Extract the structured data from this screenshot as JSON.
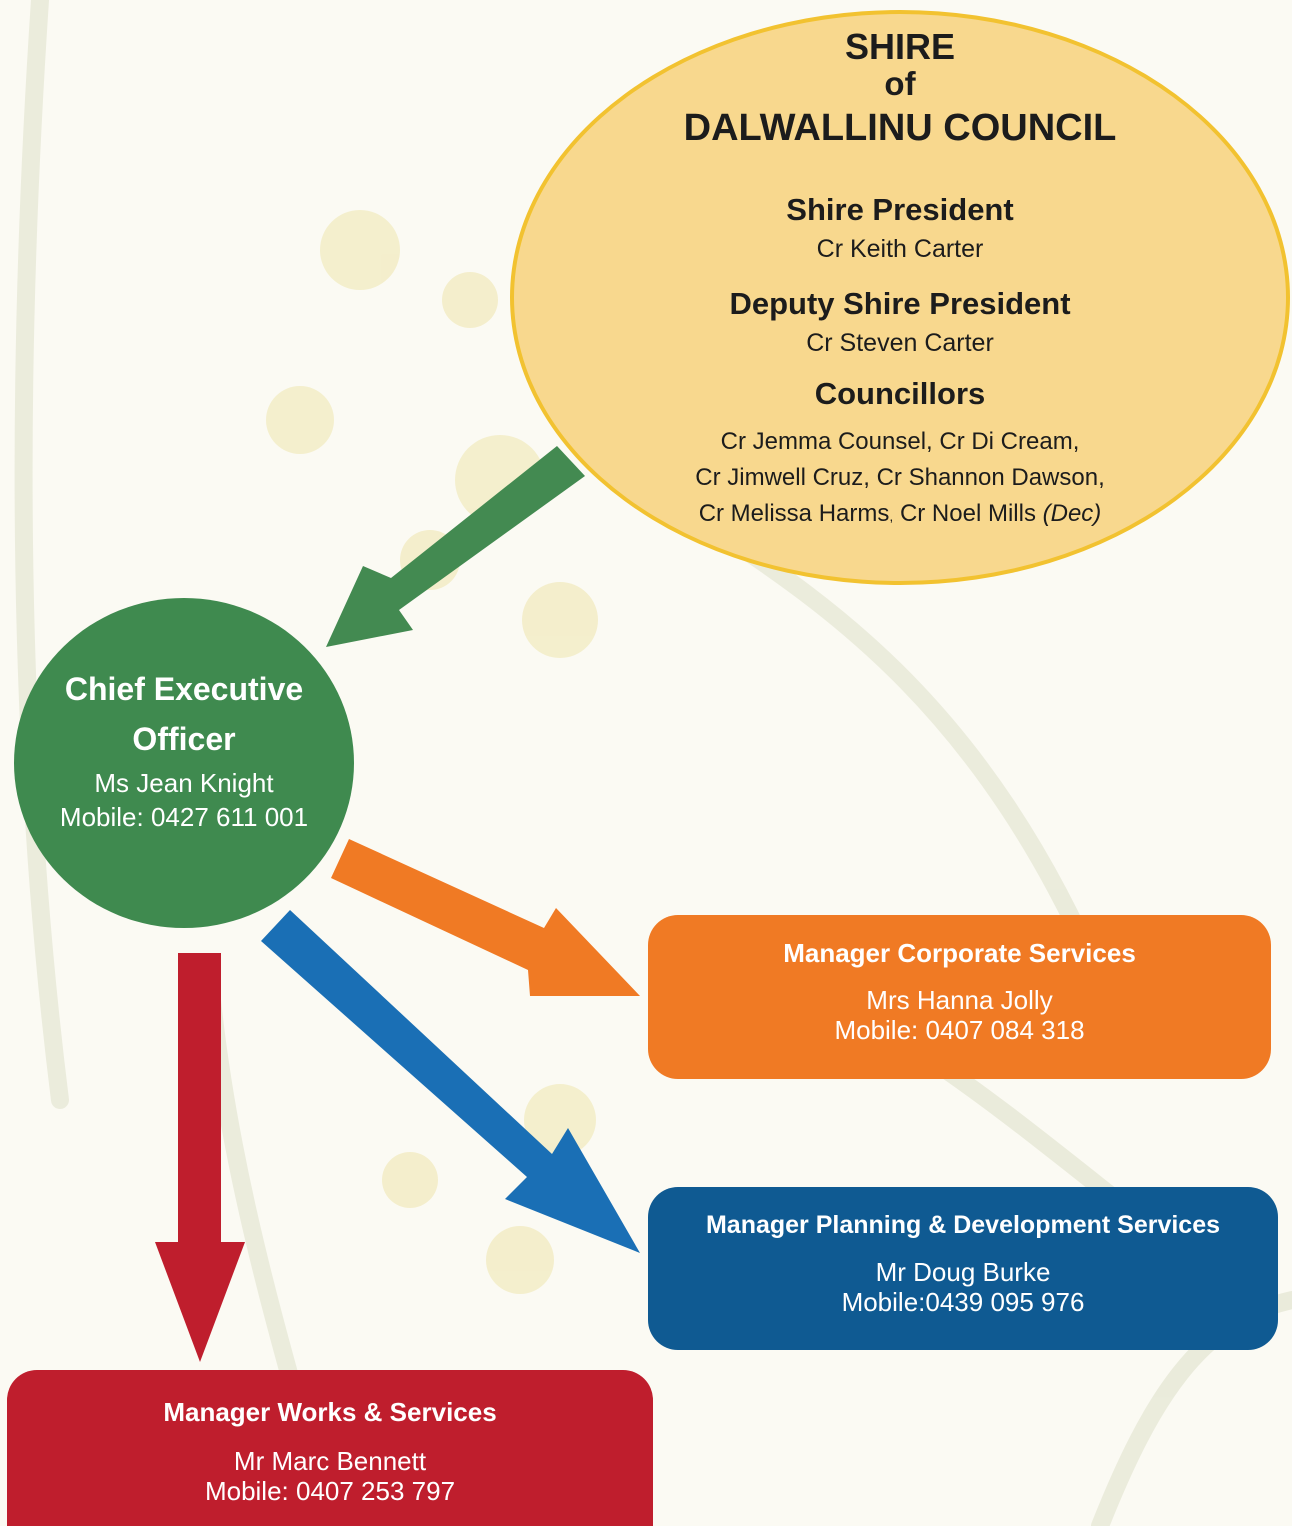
{
  "colors": {
    "council_fill": "#f8d88e",
    "council_border": "#f2c230",
    "ceo_green": "#3f8a4f",
    "corporate_orange": "#f07a24",
    "planning_blue": "#0f5a92",
    "works_red": "#bf1e2d",
    "arrow_blue": "#1a6fb5"
  },
  "council": {
    "line1": "SHIRE",
    "line2": "of",
    "line3": "DALWALLINU COUNCIL",
    "president_title": "Shire President",
    "president_name": "Cr Keith Carter",
    "deputy_title": "Deputy Shire President",
    "deputy_name": "Cr Steven Carter",
    "councillors_title": "Councillors",
    "councillors_line1": "Cr Jemma Counsel, Cr Di Cream,",
    "councillors_line2": "Cr Jimwell Cruz, Cr Shannon Dawson,",
    "councillors_line3a": "Cr Melissa Harms",
    "councillors_line3_sep": ",",
    "councillors_line3b": "Cr Noel Mills",
    "councillors_line3c": "(Dec)"
  },
  "ceo": {
    "title": "Chief Executive Officer",
    "name": "Ms Jean Knight",
    "mobile": "Mobile: 0427 611 001"
  },
  "corporate": {
    "title": "Manager Corporate Services",
    "name": "Mrs Hanna Jolly",
    "mobile": "Mobile: 0407 084 318"
  },
  "planning": {
    "title": "Manager Planning & Development Services",
    "name": "Mr Doug Burke",
    "mobile": "Mobile:0439 095 976"
  },
  "works": {
    "title": "Manager Works & Services",
    "name": "Mr Marc Bennett",
    "mobile": "Mobile: 0407 253 797"
  }
}
